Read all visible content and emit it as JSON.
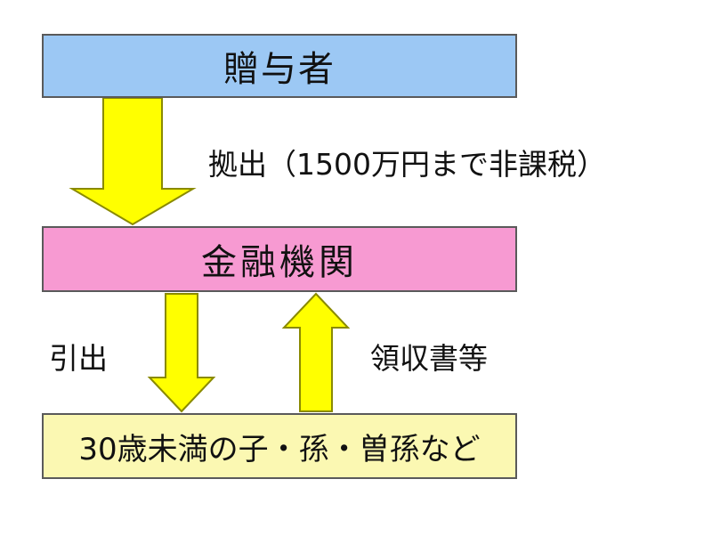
{
  "donor": "贈与者",
  "contribution": "拠出（1500万円まで非課税）",
  "bank": "金融機関",
  "withdrawal": "引出",
  "receipts": "領収書等",
  "recipient": "30歳未満の子・孫・曽孫など",
  "colors": {
    "donor_fill": "#9cc8f4",
    "bank_fill": "#f79ad2",
    "recipient_fill": "#fbf8b2",
    "arrow_fill": "#ffff00",
    "arrow_stroke": "#8a8a00"
  }
}
